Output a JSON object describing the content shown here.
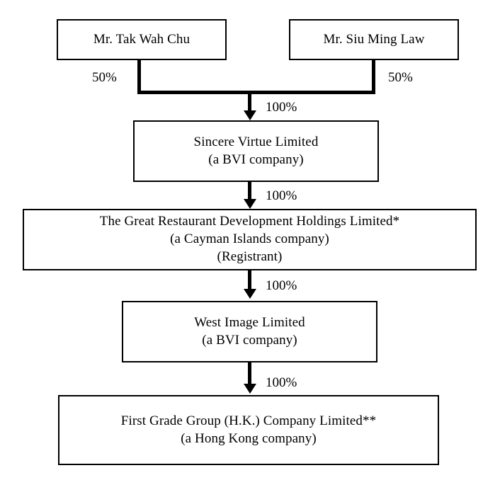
{
  "chart_data": {
    "type": "diagram",
    "title": "Corporate ownership structure chart",
    "nodes": [
      {
        "id": "chu",
        "lines": [
          "Mr. Tak Wah Chu"
        ]
      },
      {
        "id": "law",
        "lines": [
          "Mr. Siu Ming Law"
        ]
      },
      {
        "id": "sincere",
        "lines": [
          "Sincere Virtue Limited",
          "(a BVI company)"
        ]
      },
      {
        "id": "registrant",
        "lines": [
          "The Great Restaurant Development Holdings Limited*",
          "(a Cayman Islands company)",
          "(Registrant)"
        ]
      },
      {
        "id": "west",
        "lines": [
          "West Image Limited",
          "(a BVI company)"
        ]
      },
      {
        "id": "first",
        "lines": [
          "First Grade Group (H.K.) Company Limited**",
          "(a Hong Kong company)"
        ]
      }
    ],
    "edges": [
      {
        "from": "chu",
        "to": "sincere",
        "label": "50%"
      },
      {
        "from": "law",
        "to": "sincere",
        "label": "50%"
      },
      {
        "from": "sincere",
        "to": "registrant",
        "label": "100%"
      },
      {
        "from": "registrant",
        "to": "west",
        "label": "100%"
      },
      {
        "from": "west",
        "to": "first",
        "label": "100%"
      }
    ],
    "colors": {
      "line": "#000000",
      "text": "#000000",
      "background": "#ffffff"
    }
  },
  "nodes": {
    "chu": {
      "line1": "Mr. Tak Wah Chu"
    },
    "law": {
      "line1": "Mr. Siu Ming Law"
    },
    "sincere": {
      "line1": "Sincere Virtue Limited",
      "line2": "(a BVI company)"
    },
    "registrant": {
      "line1": "The Great Restaurant Development Holdings Limited*",
      "line2": "(a Cayman Islands company)",
      "line3": "(Registrant)"
    },
    "west": {
      "line1": "West Image Limited",
      "line2": "(a BVI company)"
    },
    "first": {
      "line1": "First Grade Group (H.K.) Company Limited**",
      "line2": "(a Hong Kong company)"
    }
  },
  "labels": {
    "chu_share": "50%",
    "law_share": "50%",
    "sincere_share": "100%",
    "registrant_share": "100%",
    "west_share": "100%",
    "first_share": "100%"
  }
}
